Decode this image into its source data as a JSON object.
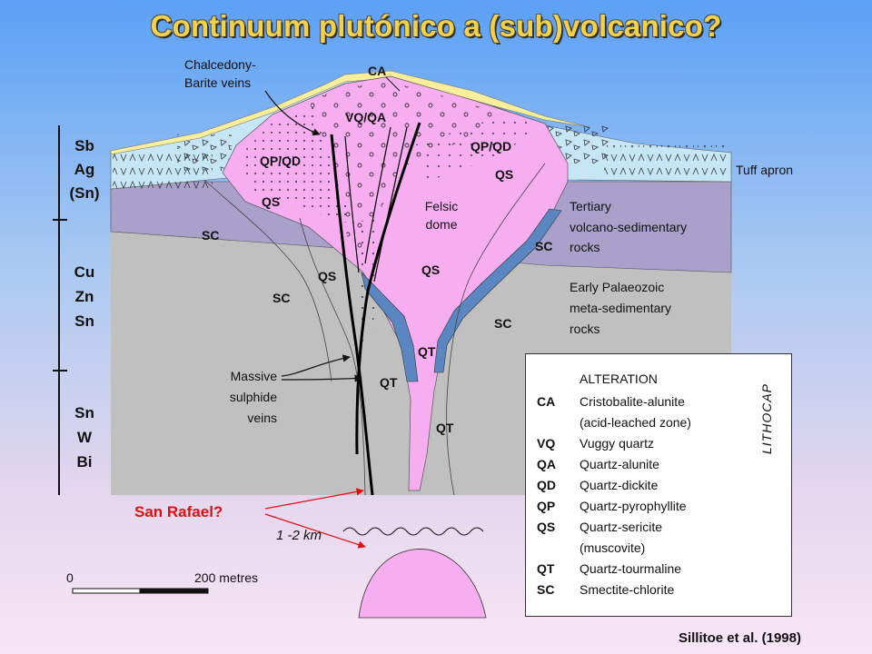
{
  "title": "Continuum plutónico a (sub)volcanico?",
  "labels": {
    "ca_top": "CA",
    "chalcedony_1": "Chalcedony-",
    "chalcedony_2": "Barite veins",
    "vqqa": "VQ/QA",
    "qpqd_left": "QP/QD",
    "qpqd_right": "QP/QD",
    "qs_left_upper": "QS",
    "qs_right_upper": "QS",
    "qs_mid_left": "QS",
    "qs_mid": "QS",
    "felsic_1": "Felsic",
    "felsic_2": "dome",
    "sc_left_upper": "SC",
    "sc_left_lower": "SC",
    "sc_right_upper": "SC",
    "sc_right_lower": "SC",
    "qt_upper": "QT",
    "qt_mid": "QT",
    "qt_lower": "QT",
    "tuff_apron": "Tuff apron",
    "tertiary_1": "Tertiary",
    "tertiary_2": "volcano-sedimentary",
    "tertiary_3": "rocks",
    "palaeo_1": "Early Palaeozoic",
    "palaeo_2": "meta-sedimentary",
    "palaeo_3": "rocks",
    "massive_1": "Massive",
    "massive_2": "sulphide",
    "massive_3": "veins",
    "san_rafael": "San Rafael?",
    "depth": "1 -2 km",
    "scale_zero": "0",
    "scale_end": "200 metres"
  },
  "metal_zones": [
    {
      "lines": [
        "Sb",
        "Ag",
        "(Sn)"
      ]
    },
    {
      "lines": [
        "Cu",
        "Zn",
        "Sn"
      ]
    },
    {
      "lines": [
        "Sn",
        "W",
        "Bi"
      ]
    }
  ],
  "legend": {
    "heading": "ALTERATION",
    "rows": [
      {
        "code": "CA",
        "desc": "Cristobalite-alunite"
      },
      {
        "code": "",
        "desc": "(acid-leached zone)"
      },
      {
        "code": "VQ",
        "desc": "Vuggy quartz"
      },
      {
        "code": "QA",
        "desc": "Quartz-alunite"
      },
      {
        "code": "QD",
        "desc": "Quartz-dickite"
      },
      {
        "code": "QP",
        "desc": "Quartz-pyrophyllite"
      },
      {
        "code": "QS",
        "desc": "Quartz-sericite"
      },
      {
        "code": "",
        "desc": "(muscovite)"
      },
      {
        "code": "QT",
        "desc": "Quartz-tourmaline"
      },
      {
        "code": "SC",
        "desc": "Smectite-chlorite"
      }
    ],
    "lithocap": "LITHOCAP"
  },
  "credit": "Sillitoe et al. (1998)",
  "colors": {
    "title": "#f3d24a",
    "yellow_cap": "#f9ef9a",
    "tuff": "#c6e6f6",
    "tertiary": "#a9a1c9",
    "palaeozoic": "#c0c0c0",
    "dome": "#f7aef0",
    "tourmaline": "#5a86c2",
    "san_rafael": "#e01010"
  }
}
